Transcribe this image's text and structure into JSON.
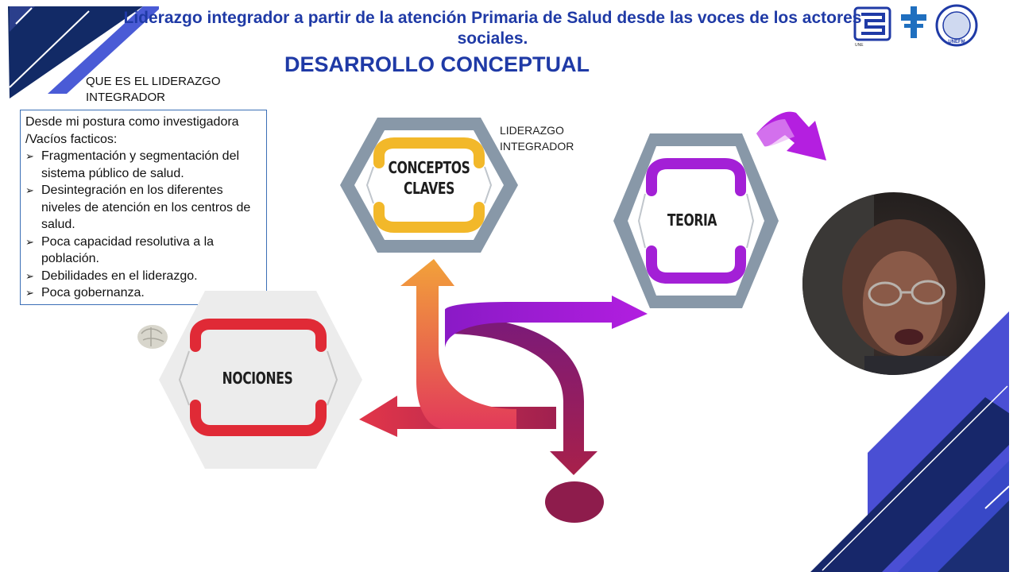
{
  "slide": {
    "title": "Liderazgo integrador a partir de la atención Primaria de Salud desde las voces de los actores sociales.",
    "subtitle": "DESARROLLO CONCEPTUAL",
    "question": "QUE ES EL LIDERAZGO INTEGRADOR",
    "textbox": {
      "intro": "Desde mi postura como investigadora /Vacíos facticos:",
      "items": [
        "Fragmentación y segmentación del sistema público de salud.",
        "Desintegración  en los diferentes niveles de atención en los centros de salud.",
        "Poca capacidad resolutiva a la población.",
        "Debilidades en el liderazgo.",
        "Poca gobernanza."
      ]
    },
    "side_label": "LIDERAZGO INTEGRADOR",
    "hexagons": {
      "conceptos": {
        "line1": "CONCEPTOS",
        "line2": "CLAVES",
        "color": "#f2b82a"
      },
      "teoria": {
        "label": "TEORIA",
        "color": "#a320d6"
      },
      "nociones": {
        "label": "NOCIONES",
        "color": "#e02a36"
      }
    },
    "logos": {
      "logo1": "UNE",
      "logo2": "UNEFM"
    }
  },
  "colors": {
    "title_blue": "#1f3aa6",
    "navy": "#142a6b",
    "accent_blue": "#4557d6"
  }
}
